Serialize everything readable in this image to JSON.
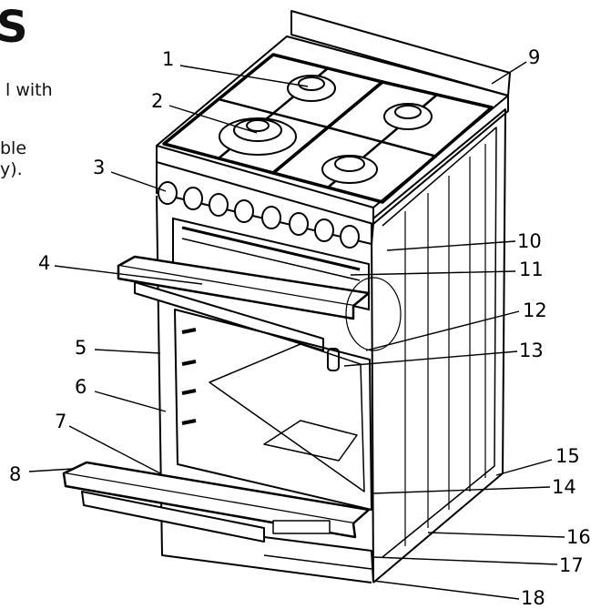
{
  "text_fragments": {
    "title": "S",
    "line_1": "l with",
    "line_2": "ble",
    "line_3": "y)."
  },
  "callouts": [
    "1",
    "2",
    "3",
    "4",
    "5",
    "6",
    "7",
    "8",
    "9",
    "10",
    "11",
    "12",
    "13",
    "14",
    "15",
    "16",
    "17",
    "18"
  ],
  "colors": {
    "ink": "#000000",
    "background": "#ffffff"
  }
}
